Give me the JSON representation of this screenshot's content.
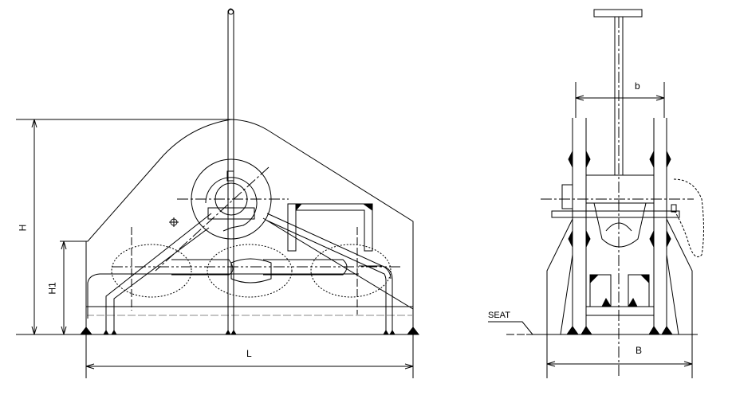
{
  "drawing": {
    "side_view": {
      "height_label": "H",
      "lower_height_label": "H1",
      "length_label": "L"
    },
    "front_view": {
      "inner_width_label": "b",
      "outer_width_label": "B",
      "seat_label": "SEAT"
    }
  }
}
